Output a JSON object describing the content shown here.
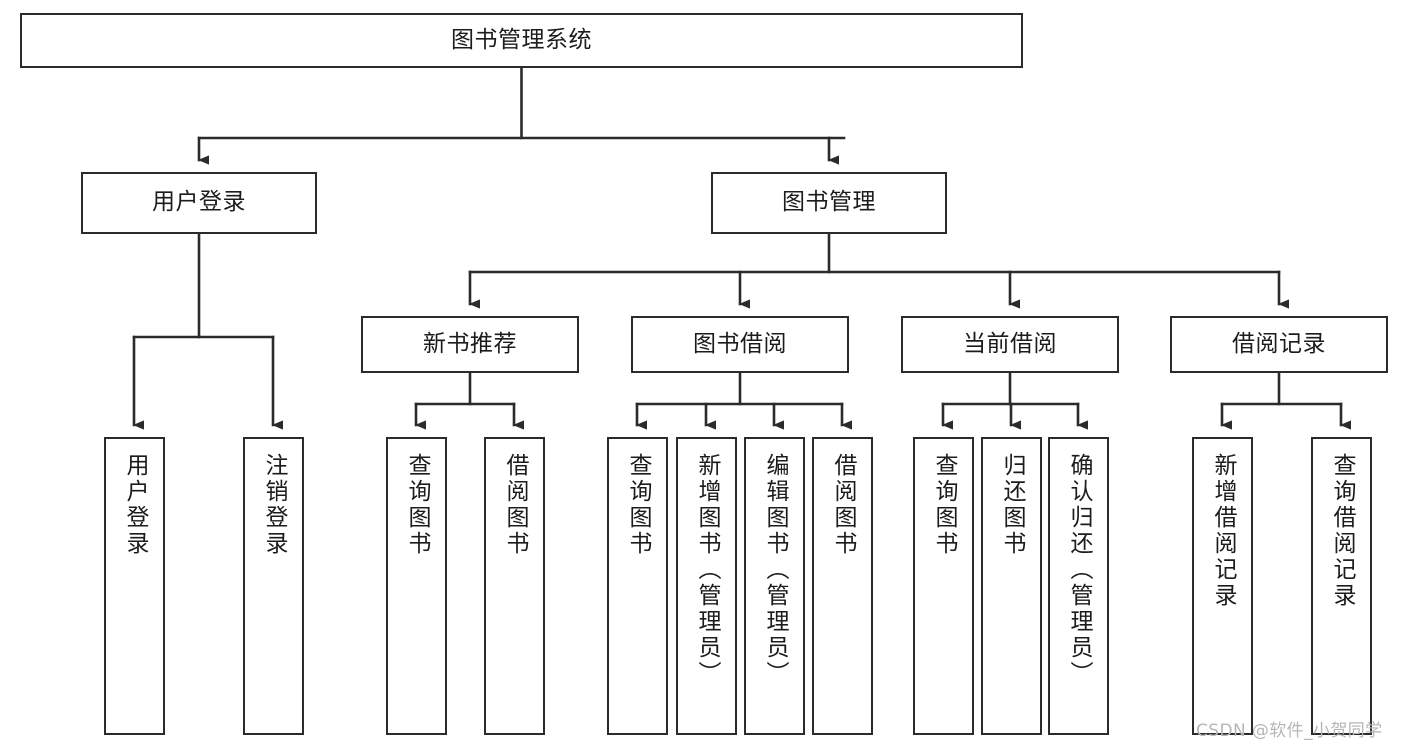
{
  "diagram": {
    "title": "图书管理系统",
    "type": "tree-hierarchy-chart",
    "edge_style": "orthogonal-arrow",
    "colors": {
      "box_border": "#2b2b2b",
      "box_fill": "#ffffff",
      "text": "#1c1c1c",
      "connector": "#2b2b2b",
      "watermark": "#b6b6b6",
      "background": "#ffffff"
    },
    "levels": {
      "root": {
        "id": "root",
        "label": "图书管理系统",
        "orientation": "horizontal"
      },
      "level1": [
        {
          "id": "user-login",
          "label": "用户登录",
          "orientation": "horizontal"
        },
        {
          "id": "book-manage",
          "label": "图书管理",
          "orientation": "horizontal"
        }
      ],
      "level2": [
        {
          "id": "new-book-recommend",
          "label": "新书推荐",
          "orientation": "horizontal",
          "parent": "book-manage"
        },
        {
          "id": "book-borrow",
          "label": "图书借阅",
          "orientation": "horizontal",
          "parent": "book-manage"
        },
        {
          "id": "current-borrow",
          "label": "当前借阅",
          "orientation": "horizontal",
          "parent": "book-manage"
        },
        {
          "id": "borrow-record",
          "label": "借阅记录",
          "orientation": "horizontal",
          "parent": "book-manage"
        }
      ],
      "leaves": [
        {
          "id": "leaf-user-login",
          "label": "用户登录",
          "parent": "user-login",
          "orientation": "vertical"
        },
        {
          "id": "leaf-user-logout",
          "label": "注销登录",
          "parent": "user-login",
          "orientation": "vertical"
        },
        {
          "id": "leaf-query-book-1",
          "label": "查询图书",
          "parent": "new-book-recommend",
          "orientation": "vertical"
        },
        {
          "id": "leaf-borrow-book-1",
          "label": "借阅图书",
          "parent": "new-book-recommend",
          "orientation": "vertical"
        },
        {
          "id": "leaf-query-book-2",
          "label": "查询图书",
          "parent": "book-borrow",
          "orientation": "vertical"
        },
        {
          "id": "leaf-add-book",
          "label": "新增图书（管理员）",
          "parent": "book-borrow",
          "orientation": "vertical"
        },
        {
          "id": "leaf-edit-book",
          "label": "编辑图书（管理员）",
          "parent": "book-borrow",
          "orientation": "vertical"
        },
        {
          "id": "leaf-borrow-book-2",
          "label": "借阅图书",
          "parent": "book-borrow",
          "orientation": "vertical"
        },
        {
          "id": "leaf-query-book-3",
          "label": "查询图书",
          "parent": "current-borrow",
          "orientation": "vertical"
        },
        {
          "id": "leaf-return-book",
          "label": "归还图书",
          "parent": "current-borrow",
          "orientation": "vertical"
        },
        {
          "id": "leaf-confirm-return",
          "label": "确认归还（管理员）",
          "parent": "current-borrow",
          "orientation": "vertical"
        },
        {
          "id": "leaf-add-record",
          "label": "新增借阅记录",
          "parent": "borrow-record",
          "orientation": "vertical"
        },
        {
          "id": "leaf-query-record",
          "label": "查询借阅记录",
          "parent": "borrow-record",
          "orientation": "vertical"
        }
      ]
    }
  },
  "watermark": {
    "text": "CSDN @软件_小贺同学"
  }
}
